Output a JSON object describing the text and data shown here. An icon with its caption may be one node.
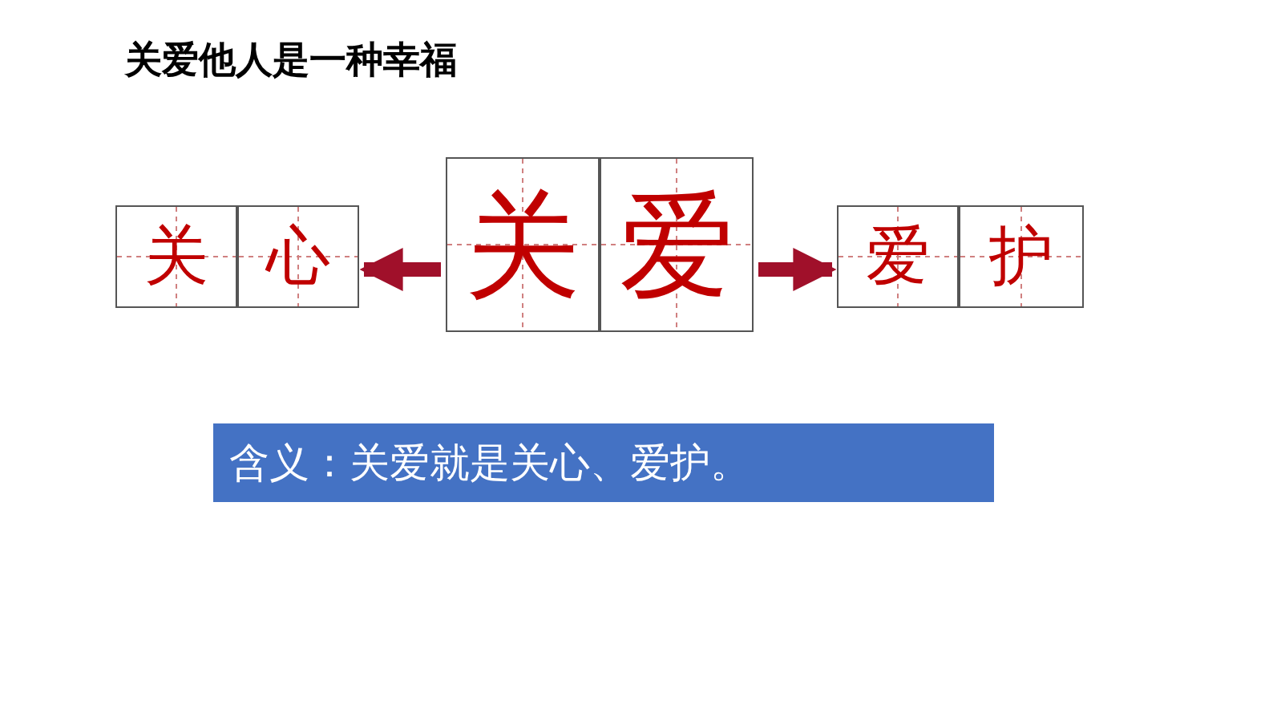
{
  "diagram": {
    "title": "关爱他人是一种幸福",
    "nodes": [
      {
        "text": [
          "关"
        ]
      },
      {
        "text": [
          "心"
        ]
      },
      {
        "text": [
          "关"
        ]
      },
      {
        "text": [
          "爱"
        ]
      },
      {
        "text": [
          "爱"
        ]
      },
      {
        "text": [
          "护"
        ]
      },
      {
        "text": [
          "含义：关爱就是关心、爱护。"
        ]
      }
    ],
    "edges": [
      {
        "from": 2,
        "to": 1,
        "arrow": "to"
      },
      {
        "from": 3,
        "to": 4,
        "arrow": "to"
      }
    ]
  }
}
